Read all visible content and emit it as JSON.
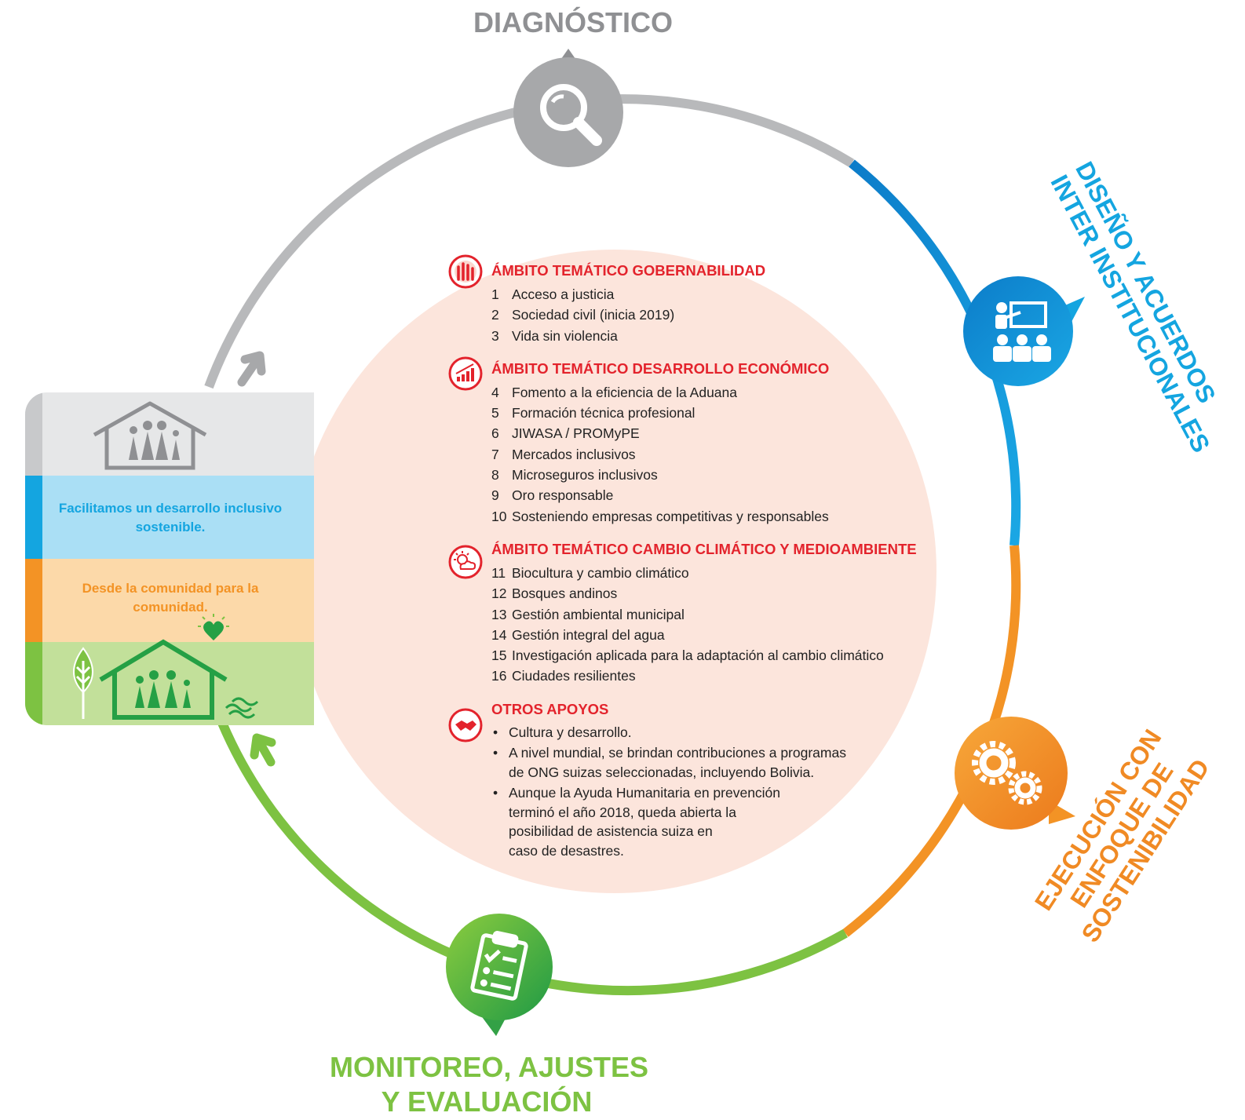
{
  "colors": {
    "gray": "#b8b9bb",
    "blue": "#0f8ad6",
    "lightblue": "#14a5e0",
    "orange": "#f39325",
    "green": "#7dc242",
    "red": "#e3232c",
    "center": "#fce5dc"
  },
  "stages": {
    "diagnostico": {
      "title": "DIAGNÓSTICO",
      "icon": "magnifier-icon"
    },
    "diseno": {
      "line1": "DISEÑO Y ACUERDOS",
      "line2": "INTER INSTITUCIONALES",
      "icon": "presentation-icon"
    },
    "ejecucion": {
      "line1": "EJECUCIÓN CON",
      "line2": "ENFOQUE DE",
      "line3": "SOSTENIBILIDAD",
      "icon": "gears-icon"
    },
    "monitoreo": {
      "line1": "MONITOREO, AJUSTES",
      "line2": "Y EVALUACIÓN",
      "icon": "clipboard-icon"
    }
  },
  "panel": {
    "text1": "Facilitamos un desarrollo inclusivo sostenible.",
    "text2": "Desde la comunidad para la comunidad."
  },
  "sections": {
    "gobernabilidad": {
      "title": "ÁMBITO TEMÁTICO GOBERNABILIDAD",
      "icon": "raised-hands-icon",
      "items": [
        {
          "n": "1",
          "t": "Acceso a justicia"
        },
        {
          "n": "2",
          "t": "Sociedad civil (inicia 2019)"
        },
        {
          "n": "3",
          "t": "Vida sin violencia"
        }
      ]
    },
    "economico": {
      "title": "ÁMBITO TEMÁTICO DESARROLLO ECONÓMICO",
      "icon": "growth-chart-icon",
      "items": [
        {
          "n": "4",
          "t": "Fomento a la eficiencia de la Aduana"
        },
        {
          "n": "5",
          "t": "Formación técnica profesional"
        },
        {
          "n": "6",
          "t": "JIWASA / PROMyPE"
        },
        {
          "n": "7",
          "t": "Mercados inclusivos"
        },
        {
          "n": "8",
          "t": "Microseguros inclusivos"
        },
        {
          "n": "9",
          "t": "Oro responsable"
        },
        {
          "n": "10",
          "t": "Sosteniendo empresas competitivas y responsables"
        }
      ]
    },
    "clima": {
      "title": "ÁMBITO TEMÁTICO CAMBIO CLIMÁTICO Y MEDIOAMBIENTE",
      "icon": "sun-cloud-icon",
      "items": [
        {
          "n": "11",
          "t": "Biocultura y cambio climático"
        },
        {
          "n": "12",
          "t": "Bosques andinos"
        },
        {
          "n": "13",
          "t": "Gestión ambiental municipal"
        },
        {
          "n": "14",
          "t": "Gestión integral del agua"
        },
        {
          "n": "15",
          "t": "Investigación aplicada para la adaptación al cambio climático"
        },
        {
          "n": "16",
          "t": "Ciudades resilientes"
        }
      ]
    },
    "otros": {
      "title": "OTROS APOYOS",
      "icon": "handshake-icon",
      "bullets": [
        {
          "l1": "Cultura y desarrollo.",
          "l2": "",
          "l3": "",
          "l4": ""
        },
        {
          "l1": "A nivel mundial, se brindan contribuciones a programas",
          "l2": "de ONG suizas seleccionadas, incluyendo Bolivia.",
          "l3": "",
          "l4": ""
        },
        {
          "l1": "Aunque la Ayuda Humanitaria en prevención",
          "l2": "terminó el año 2018, queda abierta la",
          "l3": "posibilidad de asistencia suiza en",
          "l4": "caso de desastres."
        }
      ]
    }
  }
}
